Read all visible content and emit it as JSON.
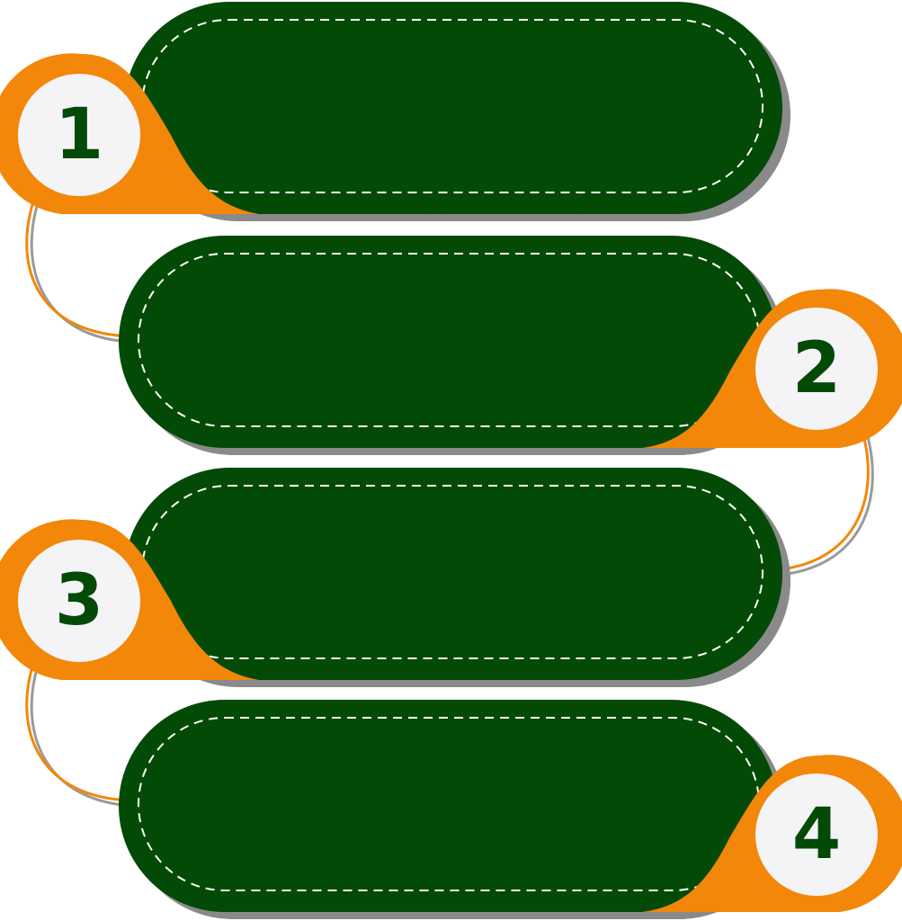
{
  "colors": {
    "banner": "#034a06",
    "accent": "#f2870a",
    "badge": "#f4f4f6",
    "shadow": "#8a8a8a",
    "stitch": "#ffffff",
    "number": "#034a06"
  },
  "steps": [
    {
      "number": "1",
      "side": "left"
    },
    {
      "number": "2",
      "side": "right"
    },
    {
      "number": "3",
      "side": "left"
    },
    {
      "number": "4",
      "side": "right"
    }
  ]
}
